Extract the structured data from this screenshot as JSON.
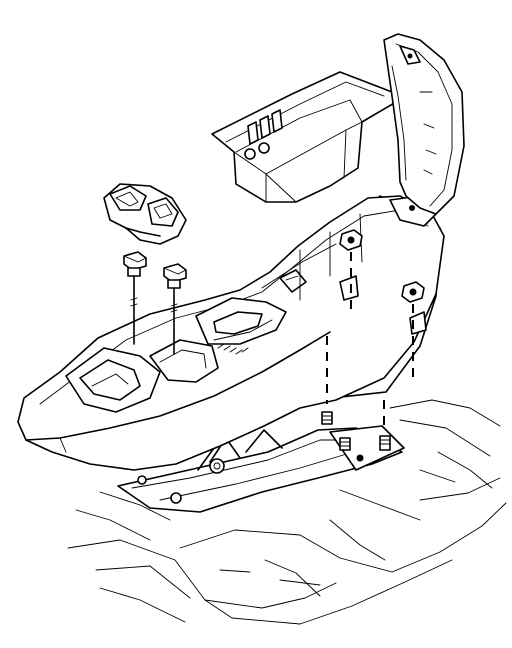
{
  "figure": {
    "kind": "exploded-view line illustration",
    "subject": "center-console-removal",
    "line_color": "#000000",
    "background_color": "#ffffff"
  },
  "components": [
    {
      "name": "floor-carpet",
      "icon": "hatched-carpet-shape"
    },
    {
      "name": "console-mounting-bracket",
      "icon": "bracket-shape"
    },
    {
      "name": "console-body",
      "icon": "console-shape"
    },
    {
      "name": "storage-bin-insert",
      "icon": "tray-shape"
    },
    {
      "name": "armrest-lid",
      "icon": "lid-shape"
    },
    {
      "name": "cup-holder-insert",
      "icon": "cupholder-shape"
    },
    {
      "name": "front-bolts",
      "count": 2,
      "icon": "bolt-shape"
    },
    {
      "name": "rear-nuts",
      "count": 2,
      "icon": "nut-shape"
    },
    {
      "name": "rear-studs",
      "count": 3,
      "icon": "stud-shape"
    }
  ]
}
